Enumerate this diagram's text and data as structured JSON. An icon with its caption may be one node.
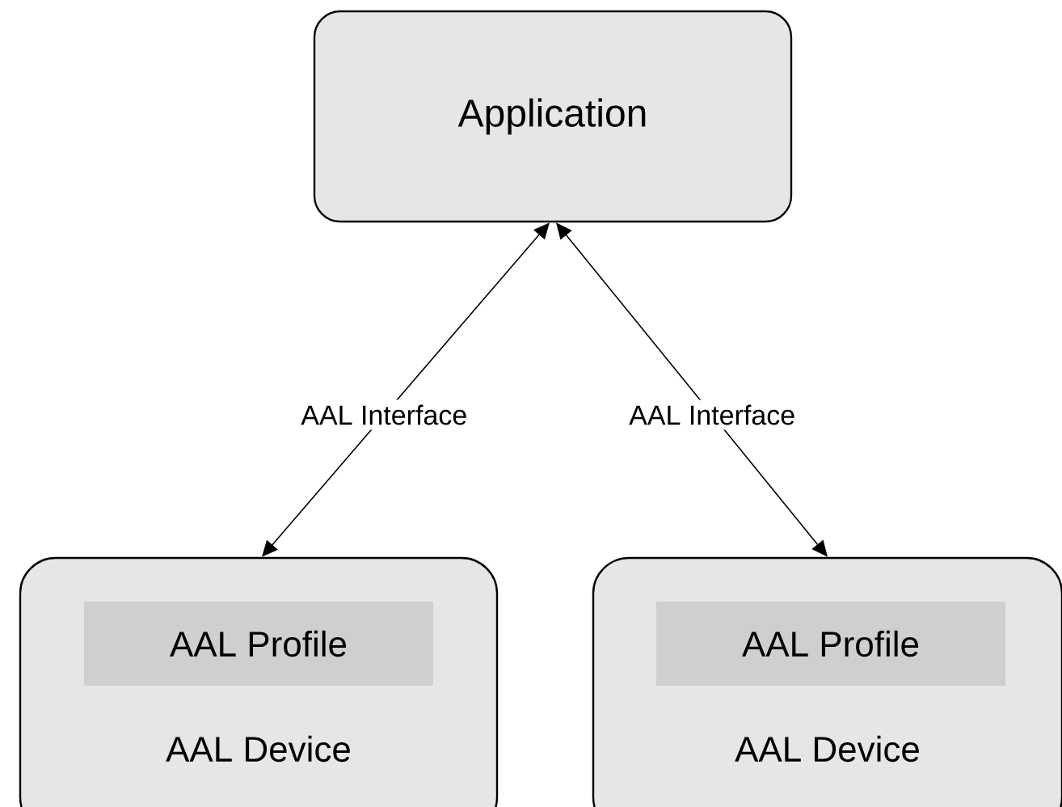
{
  "diagram": {
    "nodes": [
      {
        "text": [
          "Application"
        ]
      },
      {
        "text": [
          "AAL Device"
        ]
      },
      {
        "text": [
          "AAL Profile"
        ],
        "in": 1
      },
      {
        "text": [
          "AAL Device"
        ]
      },
      {
        "text": [
          "AAL Profile"
        ],
        "in": 3
      }
    ],
    "edges": [
      {
        "from": 0,
        "to": 1,
        "arrow": "both",
        "label": "AAL Interface"
      },
      {
        "from": 0,
        "to": 3,
        "arrow": "both",
        "label": "AAL Interface"
      }
    ]
  }
}
